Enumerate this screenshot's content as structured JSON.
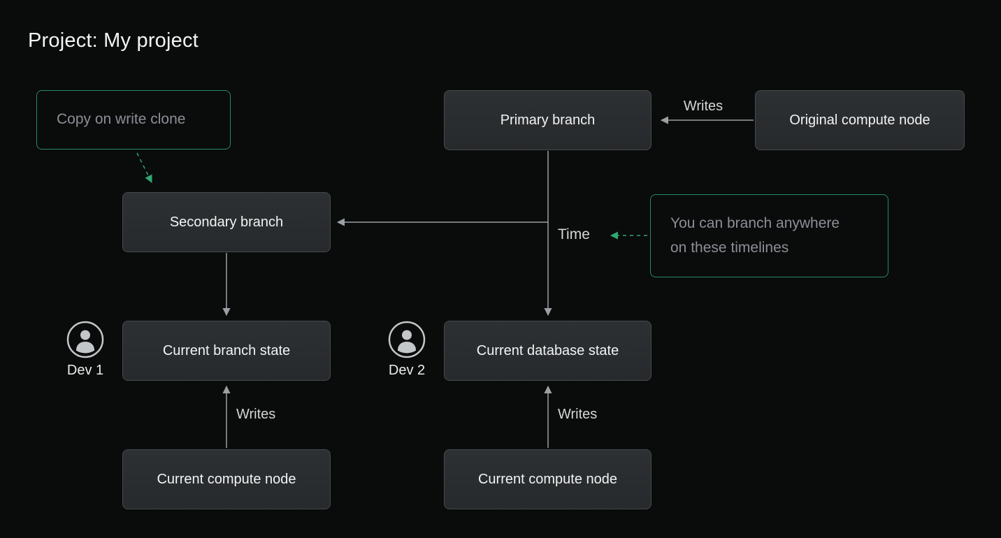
{
  "diagram": {
    "title": "Project: My project",
    "nodes": {
      "copy_on_write_clone": "Copy on write clone",
      "primary_branch": "Primary branch",
      "original_compute_node": "Original compute node",
      "secondary_branch": "Secondary branch",
      "branch_note": "You can branch anywhere\non these timelines",
      "current_branch_state": "Current branch state",
      "current_database_state": "Current database state",
      "current_compute_node_left": "Current compute node",
      "current_compute_node_right": "Current compute node"
    },
    "edge_labels": {
      "writes_top": "Writes",
      "writes_left": "Writes",
      "writes_right": "Writes",
      "time": "Time"
    },
    "actors": {
      "dev1": {
        "label": "Dev 1",
        "icon": "user-icon"
      },
      "dev2": {
        "label": "Dev 2",
        "icon": "user-icon"
      }
    },
    "colors": {
      "background": "#0a0b0b",
      "node_background": "#2a2d2f",
      "node_border": "#474b4d",
      "node_text": "#f2f3f4",
      "annotation_border": "#2a8a62",
      "annotation_text": "#8b9096",
      "arrow": "#9aa0a3",
      "dashed_arrow": "#2fa873",
      "edge_label_text": "#d4d6d7"
    }
  }
}
